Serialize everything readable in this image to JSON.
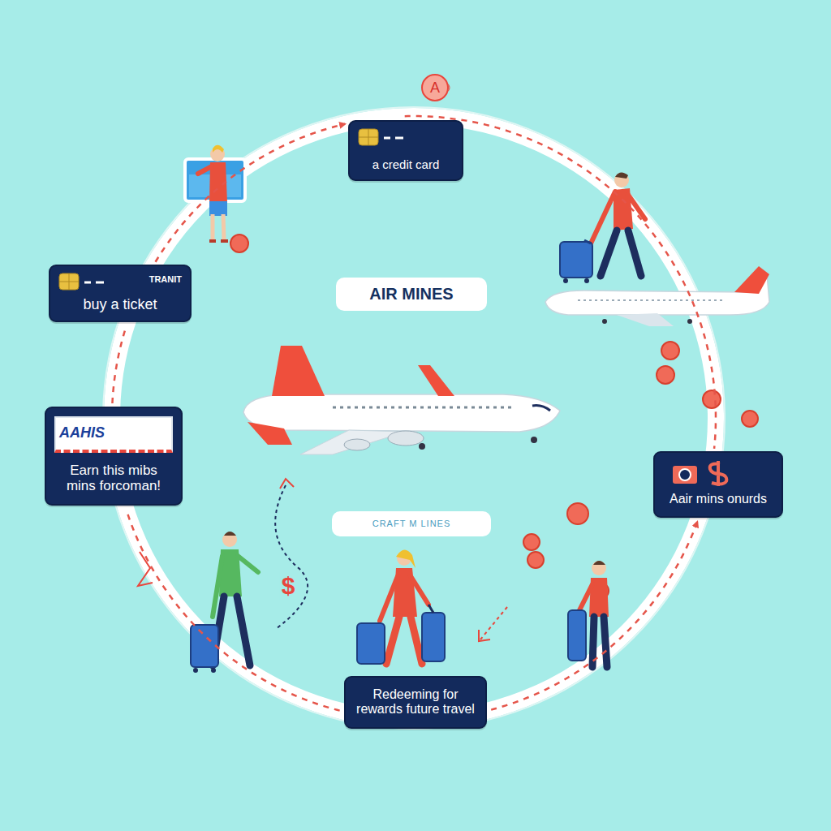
{
  "diagram": {
    "nodes": [
      {
        "text": [
          "a credit card"
        ]
      },
      {
        "text": [
          "TRANIT",
          "buy a ticket"
        ]
      },
      {
        "text": [
          "AIR MINES"
        ]
      },
      {
        "text": [
          "AAHIS",
          "Earn this mibs mins forcoman!"
        ]
      },
      {
        "text": [
          "Aair mins onurds"
        ]
      },
      {
        "text": [
          "CRAFT M LINES"
        ]
      },
      {
        "text": [
          "Redeeming for rewards future travel"
        ]
      }
    ],
    "edges": [
      {
        "from": 1,
        "to": 0,
        "arrow": "to"
      },
      {
        "from": 0,
        "to": 4,
        "arrow": "none"
      },
      {
        "from": 6,
        "to": 4,
        "arrow": "to"
      },
      {
        "from": 6,
        "to": 3,
        "arrow": "none"
      },
      {
        "from": 3,
        "to": 1,
        "arrow": "none"
      }
    ],
    "labels": [
      "A",
      "$"
    ]
  }
}
